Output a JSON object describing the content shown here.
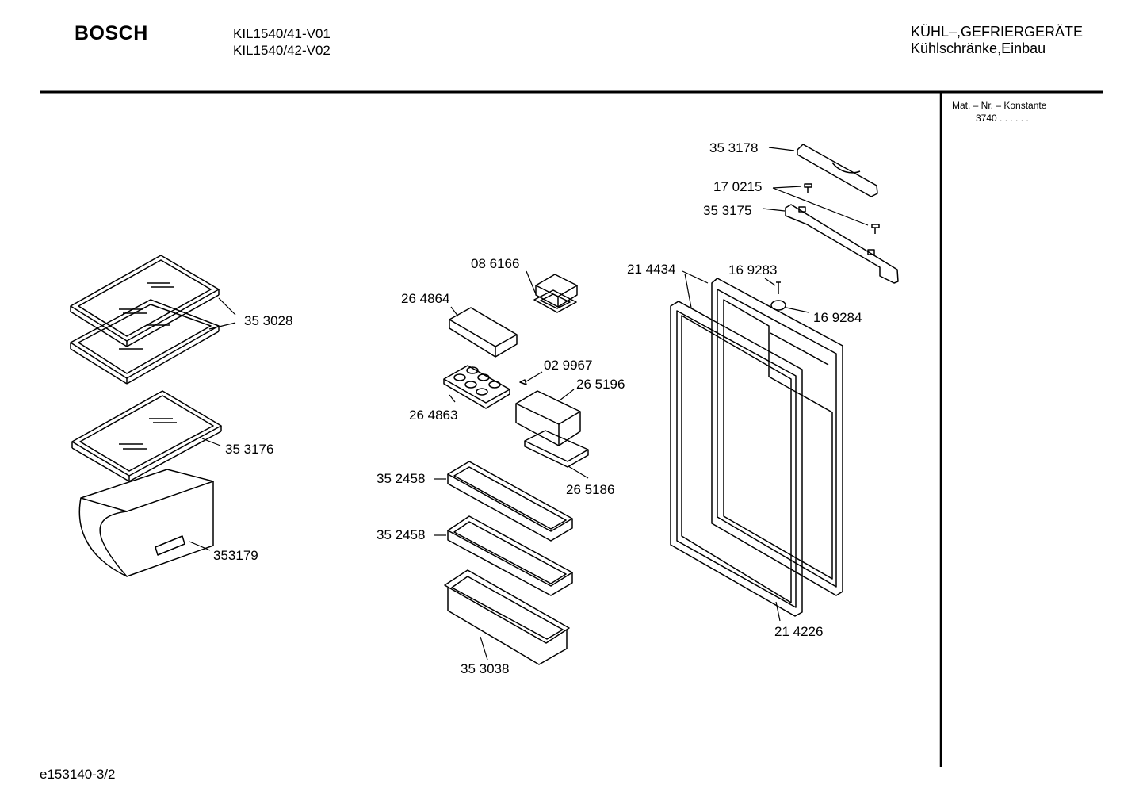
{
  "header": {
    "brand": "BOSCH",
    "models": [
      "KIL1540/41-V01",
      "KIL1540/42-V02"
    ],
    "category": "KÜHL–,GEFRIERGERÄTE",
    "subcategory": "Kühlschränke,Einbau"
  },
  "sidebar": {
    "label": "Mat. – Nr. – Konstante",
    "value": "3740  .  .   .  .  .  ."
  },
  "parts": [
    "35 3178",
    "17 0215",
    "35 3175",
    "08 6166",
    "26 4864",
    "21 4434",
    "16 9283",
    "16 9284",
    "35 3028",
    "02 9967",
    "26 5196",
    "26 4863",
    "35 3176",
    "35 2458",
    "26 5186",
    "35 2458",
    "353179",
    "21 4226",
    "35 3038"
  ],
  "footer": {
    "doc_id": "e153140-3/2"
  }
}
